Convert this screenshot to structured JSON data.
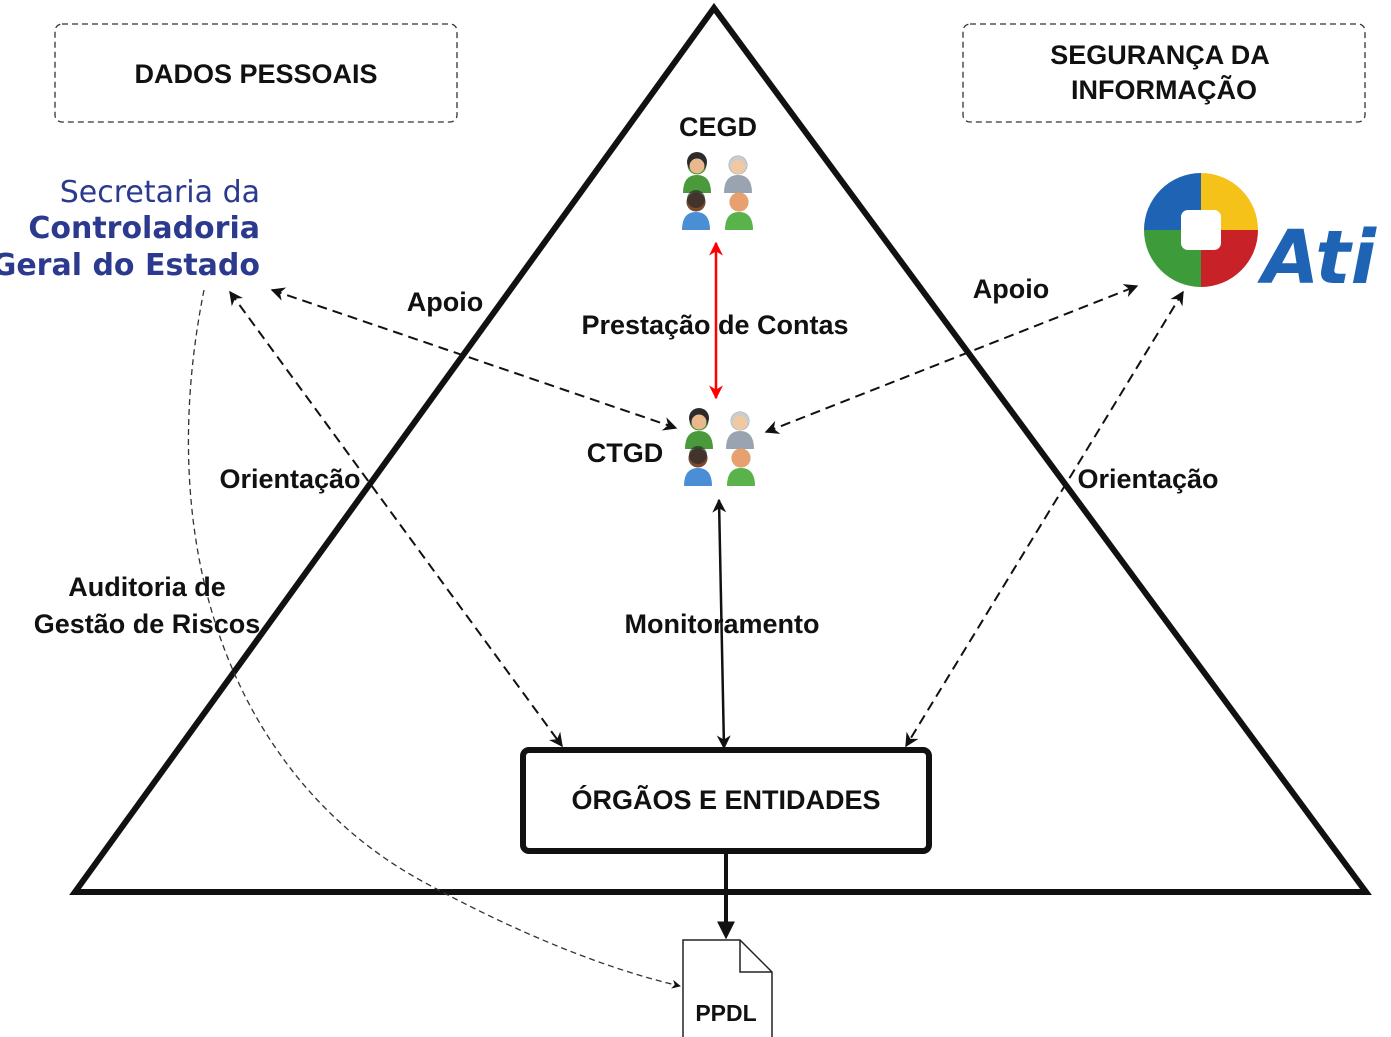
{
  "boxes": {
    "dados_pessoais": "DADOS PESSOAIS",
    "seguranca_line1": "SEGURANÇA DA",
    "seguranca_line2": "INFORMAÇÃO",
    "orgaos": "ÓRGÃOS E ENTIDADES"
  },
  "committees": {
    "cegd": "CEGD",
    "ctgd": "CTGD"
  },
  "logos": {
    "scge_line1": "Secretaria da",
    "scge_line2": "Controladoria",
    "scge_line3": "Geral do Estado",
    "ati": "Ati"
  },
  "edges": {
    "apoio_left": "Apoio",
    "apoio_right": "Apoio",
    "prestacao": "Prestação de Contas",
    "orientacao_left": "Orientação",
    "orientacao_right": "Orientação",
    "monitoramento": "Monitoramento",
    "auditoria_line1": "Auditoria de",
    "auditoria_line2": "Gestão de Riscos"
  },
  "document": {
    "label": "PPDL"
  },
  "colors": {
    "scge_blue": "#2b3a8f",
    "ati_blue": "#1f63b4",
    "accountability_arrow": "#ff0000",
    "logo_blue": "#1f63b4",
    "logo_yellow": "#f5c21a",
    "logo_green": "#3e9b3a",
    "logo_red": "#c82128"
  },
  "icons": {
    "people_group": "people-group-icon",
    "document": "document-icon"
  }
}
